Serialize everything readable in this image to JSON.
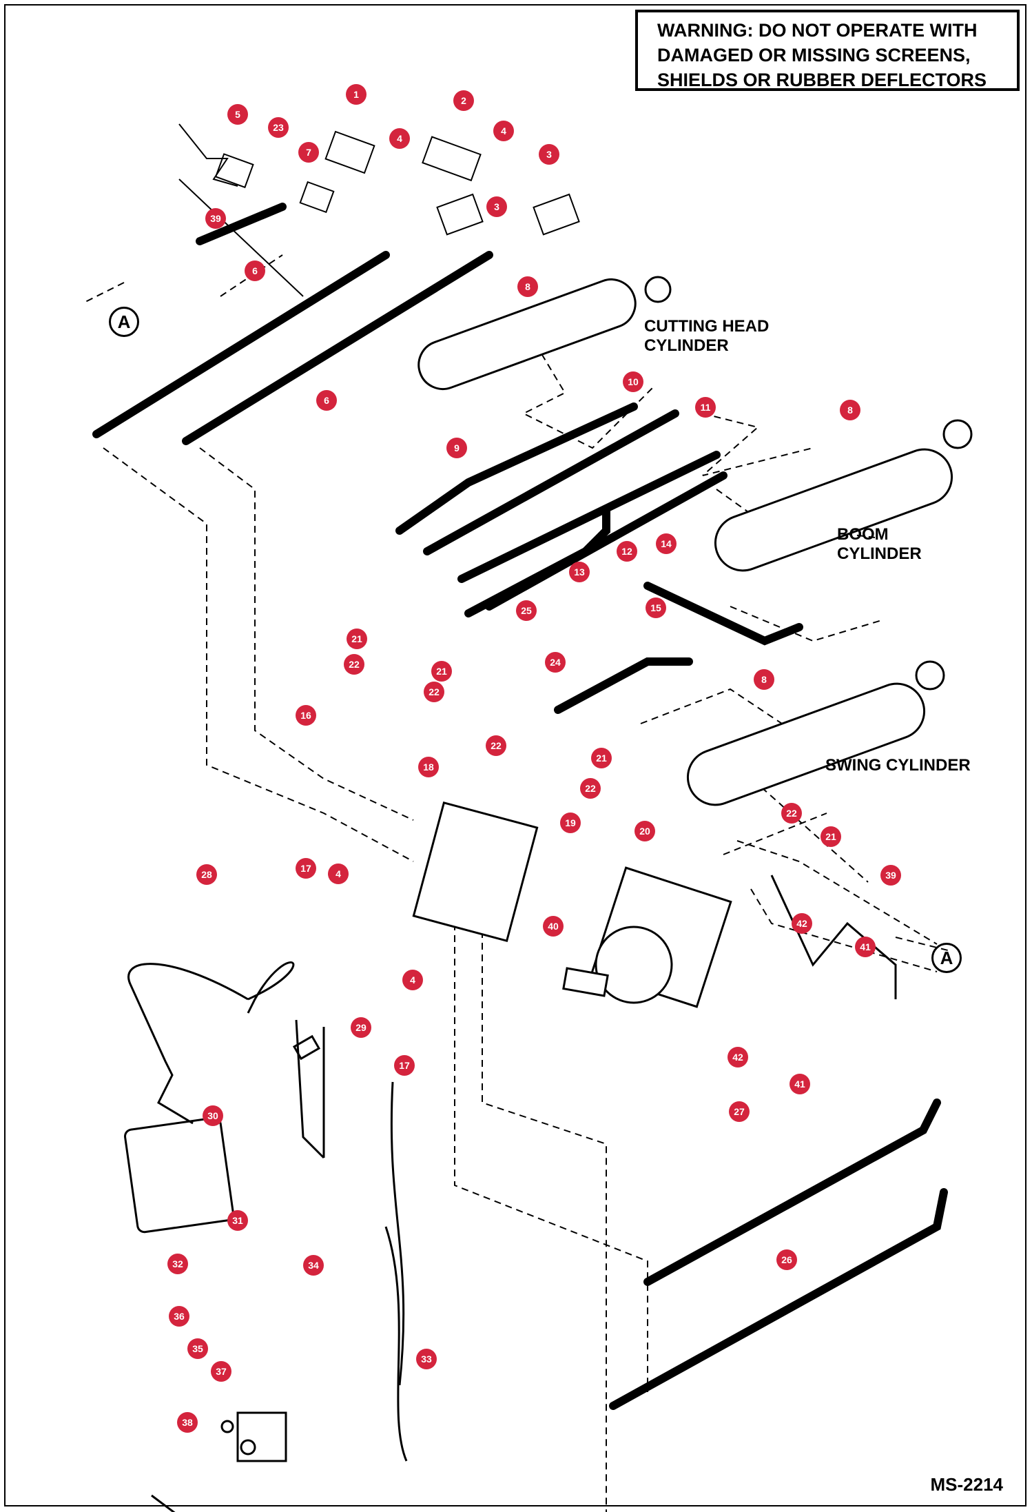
{
  "warning": {
    "line1": "WARNING:  DO NOT OPERATE WITH",
    "line2": "DAMAGED OR MISSING SCREENS,",
    "line3": "SHIELDS OR RUBBER DEFLECTORS"
  },
  "components": {
    "cutting_head": [
      "CUTTING HEAD",
      "CYLINDER"
    ],
    "boom": [
      "BOOM",
      "CYLINDER"
    ],
    "swing": [
      "SWING CYLINDER"
    ]
  },
  "connector_label": "A",
  "callouts": [
    "1",
    "2",
    "3",
    "4",
    "5",
    "6",
    "7",
    "8",
    "9",
    "10",
    "11",
    "12",
    "13",
    "14",
    "15",
    "16",
    "17",
    "18",
    "19",
    "20",
    "21",
    "22",
    "23",
    "24",
    "25",
    "26",
    "27",
    "28",
    "29",
    "30",
    "31",
    "32",
    "33",
    "34",
    "35",
    "36",
    "37",
    "38",
    "39",
    "40",
    "41",
    "42"
  ],
  "figure_code": "MS-2214",
  "colors": {
    "marker": "#d4243d",
    "line": "#000000"
  }
}
